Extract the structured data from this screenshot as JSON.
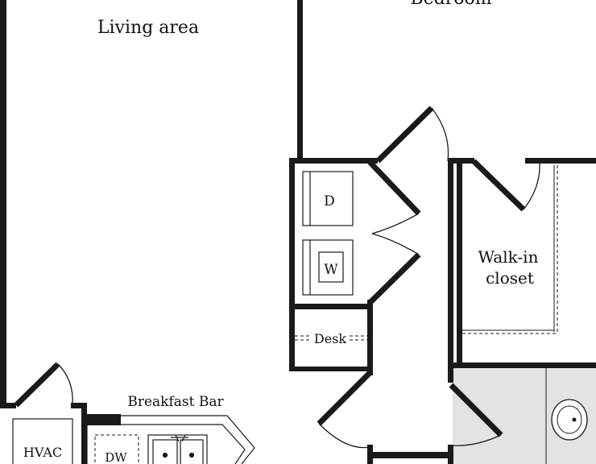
{
  "rooms": {
    "living_area": "Living area",
    "bedroom": "Bedroom",
    "walk_in_closet_line1": "Walk-in",
    "walk_in_closet_line2": "closet",
    "desk": "Desk",
    "breakfast_bar": "Breakfast Bar"
  },
  "appliances": {
    "dryer": "D",
    "washer": "W",
    "hvac": "HVAC",
    "dishwasher": "DW"
  },
  "colors": {
    "wall": "#1a1a1a",
    "floor_tile": "#e3e3e3",
    "background": "#ffffff"
  }
}
